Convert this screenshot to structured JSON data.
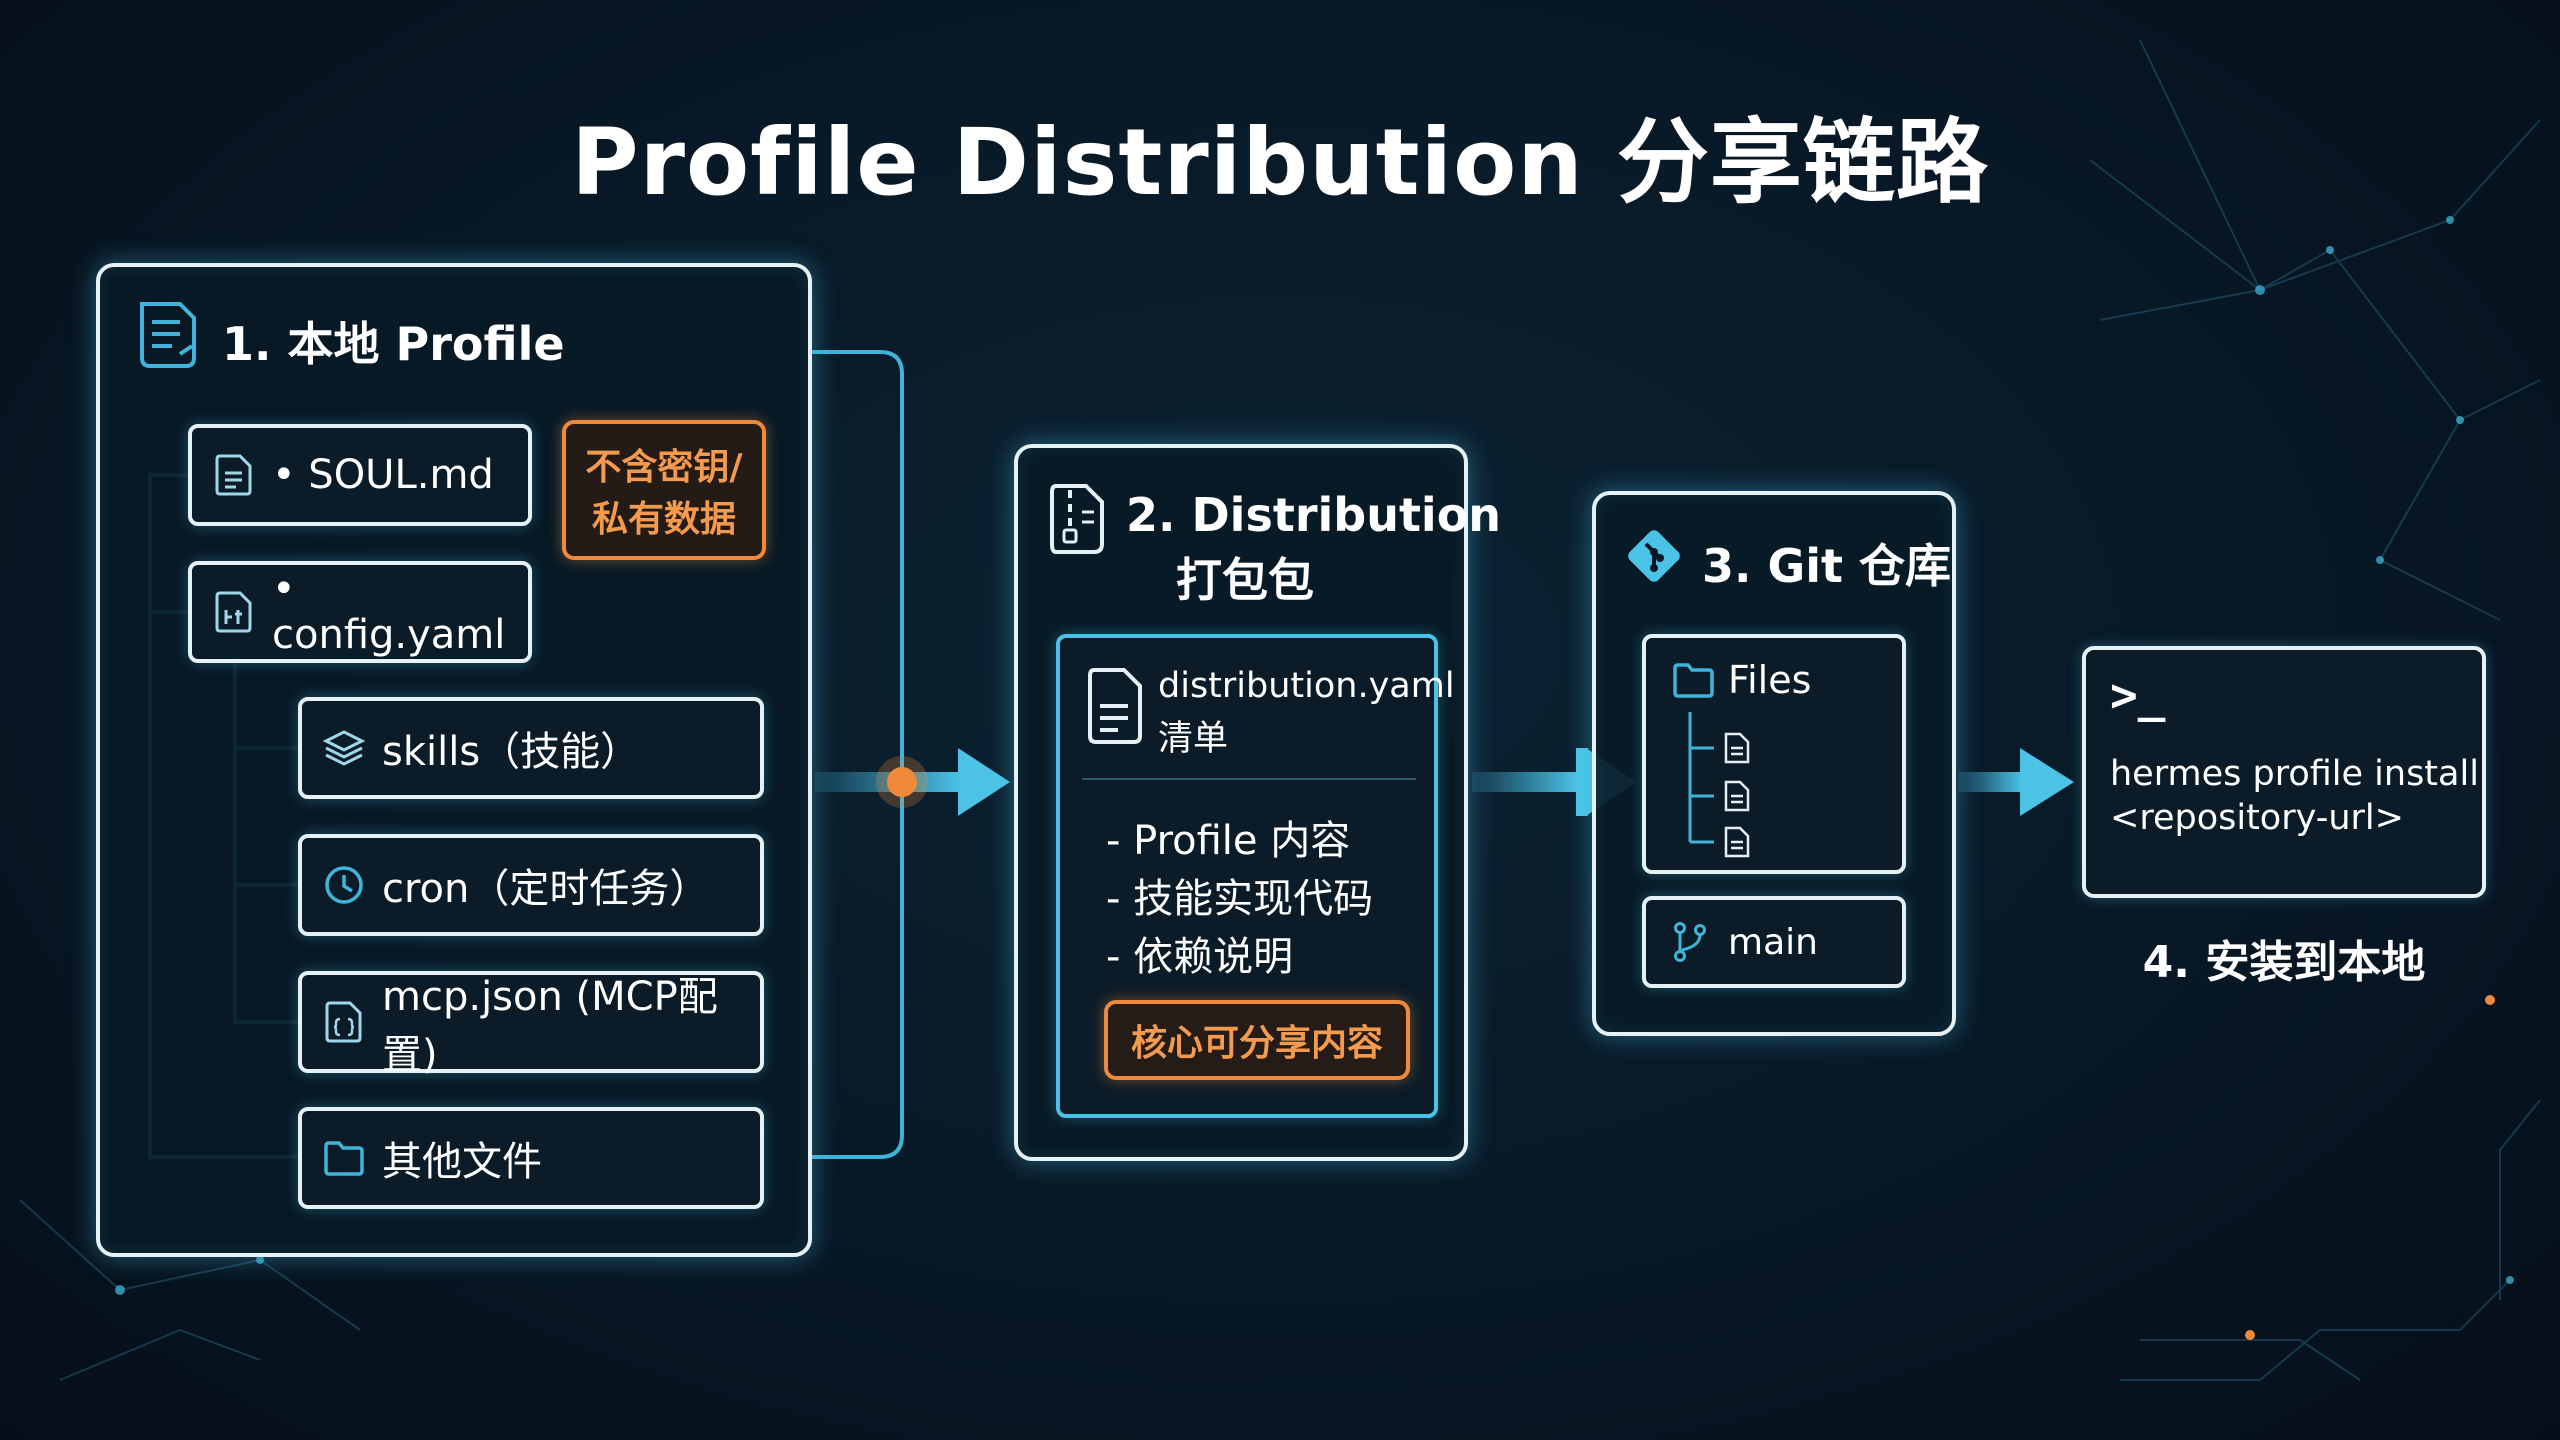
{
  "title": "Profile Distribution 分享链路",
  "local_profile": {
    "heading": "1. 本地 Profile",
    "files": [
      {
        "label": "• SOUL.md",
        "icon": "document-icon"
      },
      {
        "label": "• config.yaml",
        "icon": "config-file-icon"
      },
      {
        "label": "skills（技能）",
        "icon": "layers-icon"
      },
      {
        "label": "cron（定时任务）",
        "icon": "clock-icon"
      },
      {
        "label": "mcp.json (MCP配置)",
        "icon": "json-file-icon"
      },
      {
        "label": "其他文件",
        "icon": "folder-icon"
      }
    ],
    "badge_line1": "不含密钥/",
    "badge_line2": "私有数据"
  },
  "distribution": {
    "heading_line1": "2. Distribution",
    "heading_line2": "打包包",
    "manifest_line1": "distribution.yaml",
    "manifest_line2": "清单",
    "items": [
      "- Profile 内容",
      "- 技能实现代码",
      "- 依赖说明"
    ],
    "badge": "核心可分享内容"
  },
  "git": {
    "heading": "3. Git 仓库",
    "files_label": "Files",
    "branch_label": "main"
  },
  "install": {
    "prompt": ">_",
    "command_line1": "hermes profile install",
    "command_line2": "<repository-url>",
    "caption": "4. 安装到本地"
  },
  "colors": {
    "accent_cyan": "#3fb3d8",
    "accent_orange": "#f08a3a",
    "panel_border": "#e6f1f6",
    "background": "#081826"
  }
}
